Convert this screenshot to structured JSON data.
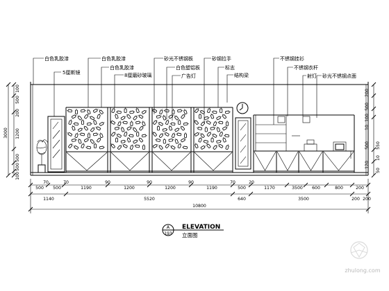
{
  "notes": {
    "n1": "白色乳胶漆",
    "n2": "5厘斯镜",
    "n3": "白色乳胶漆",
    "n4": "白色乳胶漆",
    "n5": "8厘磨砂玻璃",
    "n6": "砂光不锈钢板",
    "n7": "白色塑铝板",
    "n8": "广告灯",
    "n9": "砂钢拉手",
    "n10": "标志",
    "n11": "结构梁",
    "n12": "不锈钢挂衫",
    "n13": "不锈钢衣杆",
    "n14": "射灯",
    "n15": "砂光不锈钢点面"
  },
  "dims": {
    "bottom_row1": [
      "500",
      "500",
      "1190",
      "1200",
      "1200",
      "1190",
      "500",
      "1170",
      "3500",
      "600",
      "800",
      "200"
    ],
    "bottom_row2": [
      "70",
      "70",
      "90",
      "90",
      "90",
      "70",
      "20",
      "200"
    ],
    "bottom_row3": [
      "1140",
      "5520",
      "640",
      "3500",
      "200"
    ],
    "overall": "10800",
    "left": [
      "100",
      "500",
      "1200",
      "500",
      "200",
      "500",
      "100"
    ],
    "left_total": "3000",
    "right": [
      "200",
      "500",
      "100",
      "10",
      "500",
      "550",
      "10",
      "120",
      "50"
    ]
  },
  "title": {
    "callout_letter": "A",
    "callout_sheet": "193",
    "name": "ELEVATION",
    "subtitle": "立面图"
  },
  "watermark": "zhulong.com"
}
